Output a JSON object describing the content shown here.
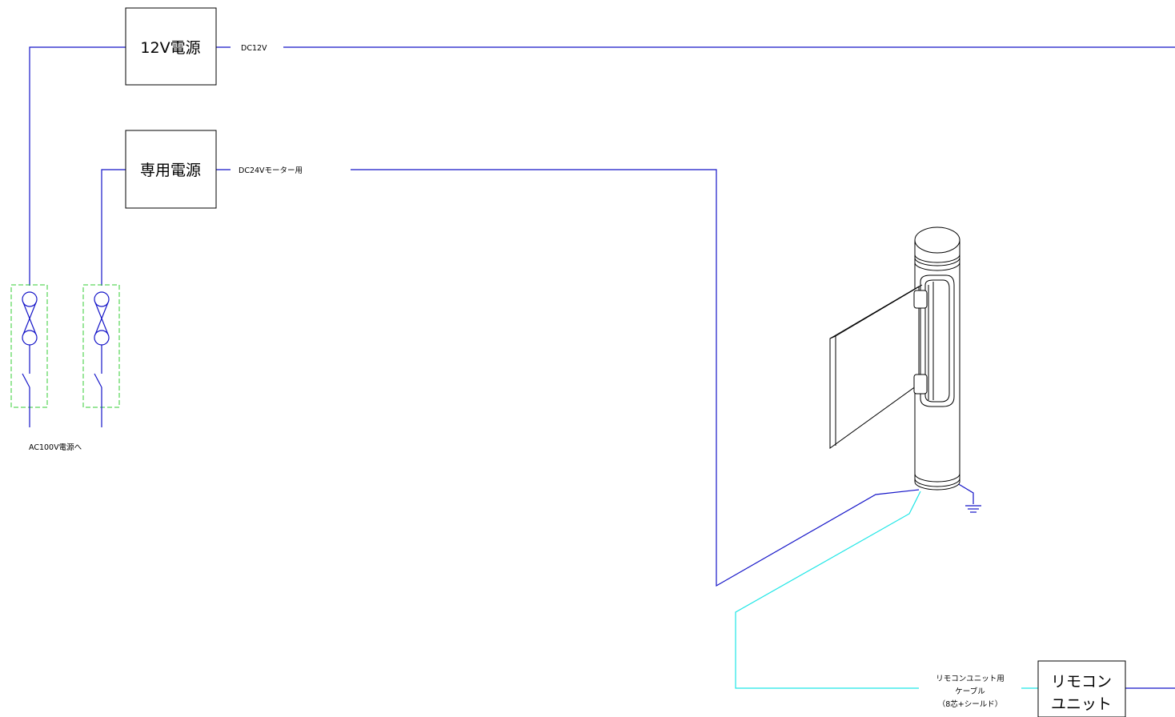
{
  "blocks": {
    "psu12": "12V電源",
    "psu_dedicated": "専用電源",
    "remote_line1": "リモコン",
    "remote_line2": "ユニット"
  },
  "wires": {
    "dc12": "DC12V",
    "dc24": "DC24Vモーター用",
    "remote_cable_line1": "リモコンユニット用",
    "remote_cable_line2": "ケーブル",
    "remote_cable_line3": "（8芯+シールド）"
  },
  "breakers": {
    "ac_label": "AC100V電源へ"
  },
  "colors": {
    "power_wire": "#1414c8",
    "signal_wire": "#1ee6e6",
    "breaker_outline": "#33cc33"
  }
}
